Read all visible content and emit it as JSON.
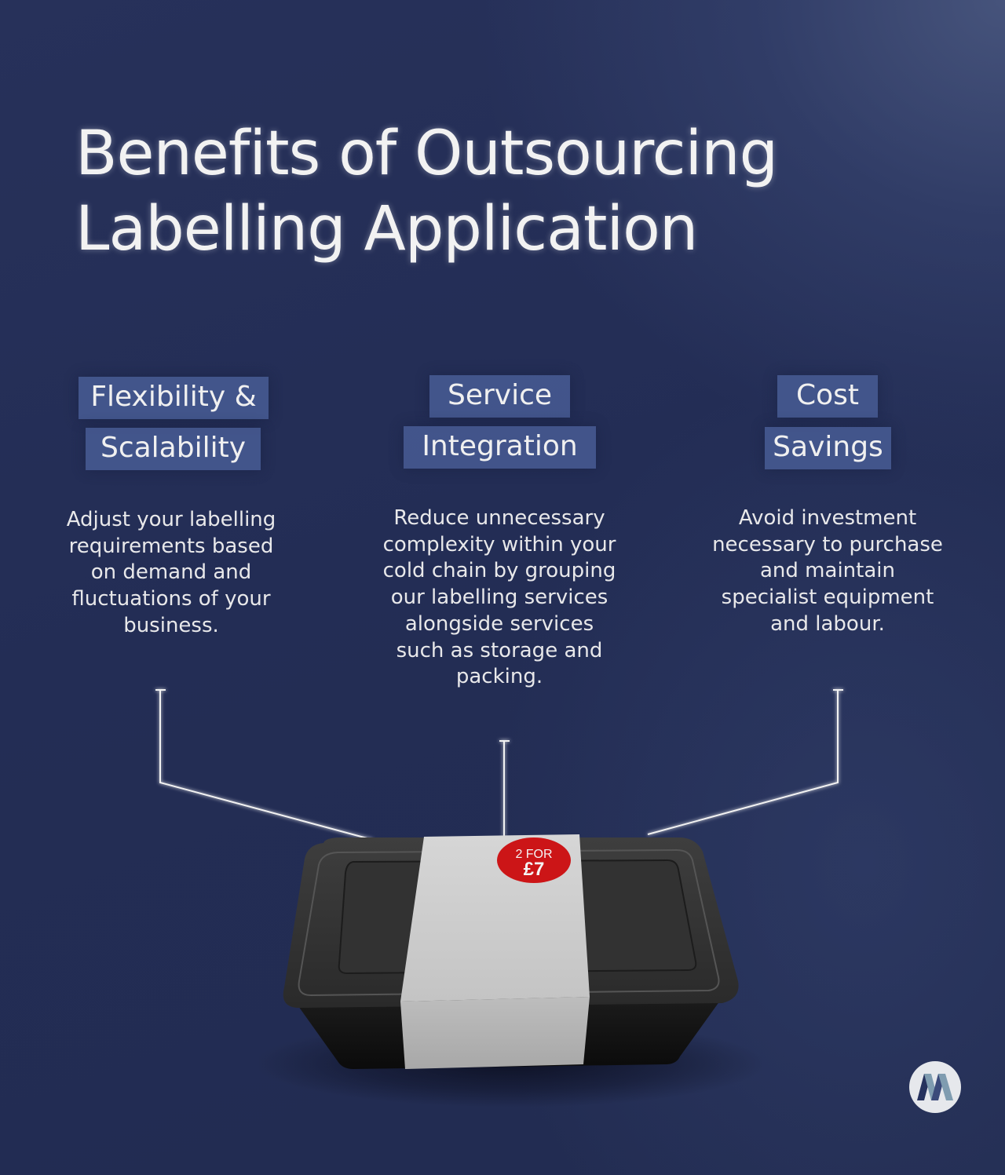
{
  "title": {
    "line1": "Benefits of Outsourcing",
    "line2": "Labelling Application"
  },
  "benefits": [
    {
      "heading_line1": "Flexibility &",
      "heading_line2": "Scalability",
      "description": [
        "Adjust your labelling",
        "requirements based",
        "on demand and",
        "fluctuations of your",
        "business."
      ]
    },
    {
      "heading_line1": "Service",
      "heading_line2": "Integration",
      "description": [
        "Reduce unnecessary",
        "complexity within your",
        "cold chain by grouping",
        "our labelling services",
        "alongside services",
        "such as storage and",
        "packing."
      ]
    },
    {
      "heading_line1": "Cost",
      "heading_line2": "Savings",
      "description": [
        "Avoid investment",
        "necessary to purchase",
        "and maintain",
        "specialist equipment",
        "and labour."
      ]
    }
  ],
  "product": {
    "sticker_line1": "2 FOR",
    "sticker_line2": "£7",
    "sticker_color": "#cc1517",
    "sleeve_color": "#d2d2d2",
    "tray_color": "#2c2c2c"
  },
  "logo": {
    "icon": "m-logo-icon",
    "colors": [
      "#26325e",
      "#7f9cb0",
      "#3b4a7a"
    ]
  },
  "colors": {
    "background_dark": "#222c51",
    "background_light": "#4a5780",
    "tag_background": "#485c94",
    "text": "#f0f0f0"
  }
}
